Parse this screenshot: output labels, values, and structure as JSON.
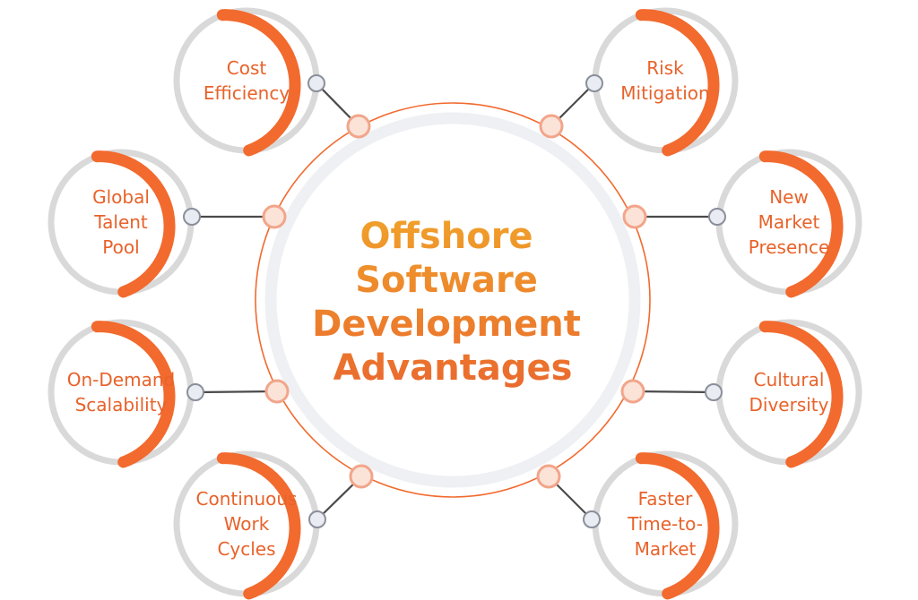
{
  "center": {
    "title_lines": [
      "Offshore",
      "Software",
      "Development",
      "Advantages"
    ]
  },
  "advantages": [
    {
      "id": "cost-efficiency",
      "lines": [
        "Cost",
        "Efficiency"
      ]
    },
    {
      "id": "global-talent-pool",
      "lines": [
        "Global",
        "Talent",
        "Pool"
      ]
    },
    {
      "id": "on-demand-scalability",
      "lines": [
        "On-Demand",
        "Scalability"
      ]
    },
    {
      "id": "continuous-work-cycles",
      "lines": [
        "Continuous",
        "Work",
        "Cycles"
      ]
    },
    {
      "id": "risk-mitigation",
      "lines": [
        "Risk",
        "Mitigation"
      ]
    },
    {
      "id": "new-market-presence",
      "lines": [
        "New",
        "Market",
        "Presence"
      ]
    },
    {
      "id": "cultural-diversity",
      "lines": [
        "Cultural",
        "Diversity"
      ]
    },
    {
      "id": "faster-time-to-market",
      "lines": [
        "Faster",
        "Time-to-",
        "Market"
      ]
    }
  ],
  "colors": {
    "accent": "#f26a2e",
    "text": "#e8622a",
    "gray_ring": "#d9d9d9",
    "connector": "#4a4a4a",
    "center_ring": "#eef0f3",
    "dot_fill": "#fbe3d8",
    "small_dot_fill": "#e9ecf2",
    "title_gradient": [
      "#f0a02a",
      "#ea6a2e"
    ]
  }
}
